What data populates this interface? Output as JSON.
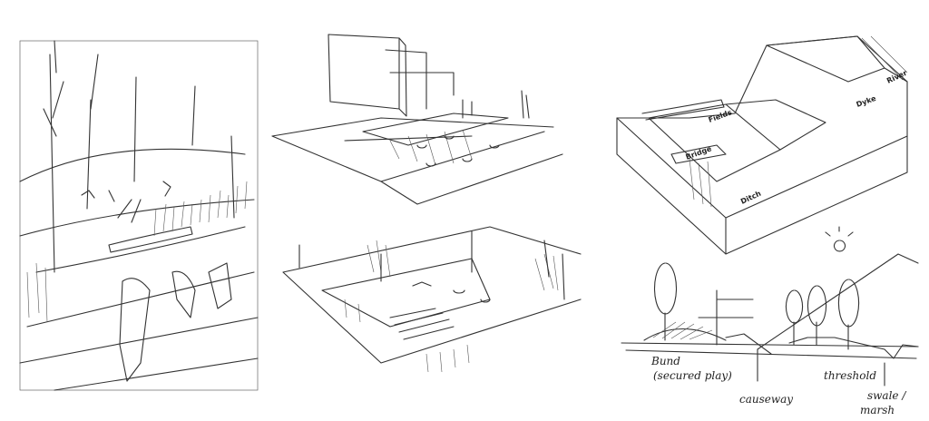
{
  "sketches": {
    "landscape_axon": {
      "labels": {
        "fields": "Fields",
        "dyke": "Dyke",
        "river": "River",
        "bridge": "Bridge",
        "ditch": "Ditch"
      }
    },
    "section": {
      "labels": {
        "bund": "Bund",
        "bund_note": "(secured play)",
        "causeway": "causeway",
        "threshold": "threshold",
        "swale": "swale /",
        "marsh": "marsh"
      }
    }
  }
}
